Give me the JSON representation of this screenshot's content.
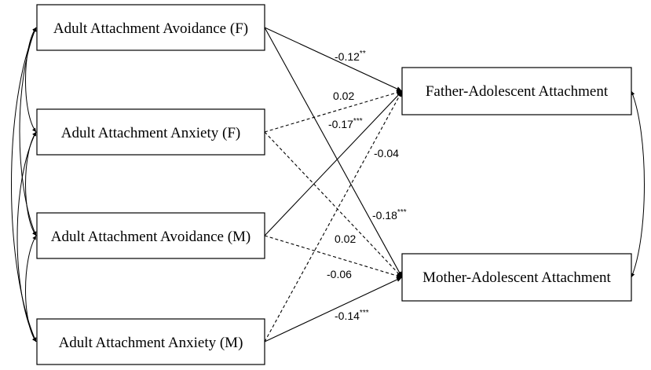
{
  "nodes": {
    "avoid_f": "Adult Attachment Avoidance (F)",
    "anx_f": "Adult Attachment Anxiety (F)",
    "avoid_m": "Adult Attachment Avoidance (M)",
    "anx_m": "Adult Attachment Anxiety (M)",
    "father": "Father-Adolescent Attachment",
    "mother": "Mother-Adolescent Attachment"
  },
  "paths": {
    "avoid_f_father": {
      "value": "-0.12",
      "sig": "**",
      "style": "solid"
    },
    "anx_f_father": {
      "value": "0.02",
      "sig": "",
      "style": "dashed"
    },
    "avoid_m_father": {
      "value": "-0.17",
      "sig": "***",
      "style": "solid"
    },
    "anx_m_father": {
      "value": "-0.04",
      "sig": "",
      "style": "dashed"
    },
    "avoid_f_mother": {
      "value": "-0.18",
      "sig": "***",
      "style": "solid"
    },
    "anx_f_mother": {
      "value": "0.02",
      "sig": "",
      "style": "dashed"
    },
    "avoid_m_mother": {
      "value": "-0.06",
      "sig": "",
      "style": "dashed"
    },
    "anx_m_mother": {
      "value": "-0.14",
      "sig": "***",
      "style": "solid"
    }
  }
}
